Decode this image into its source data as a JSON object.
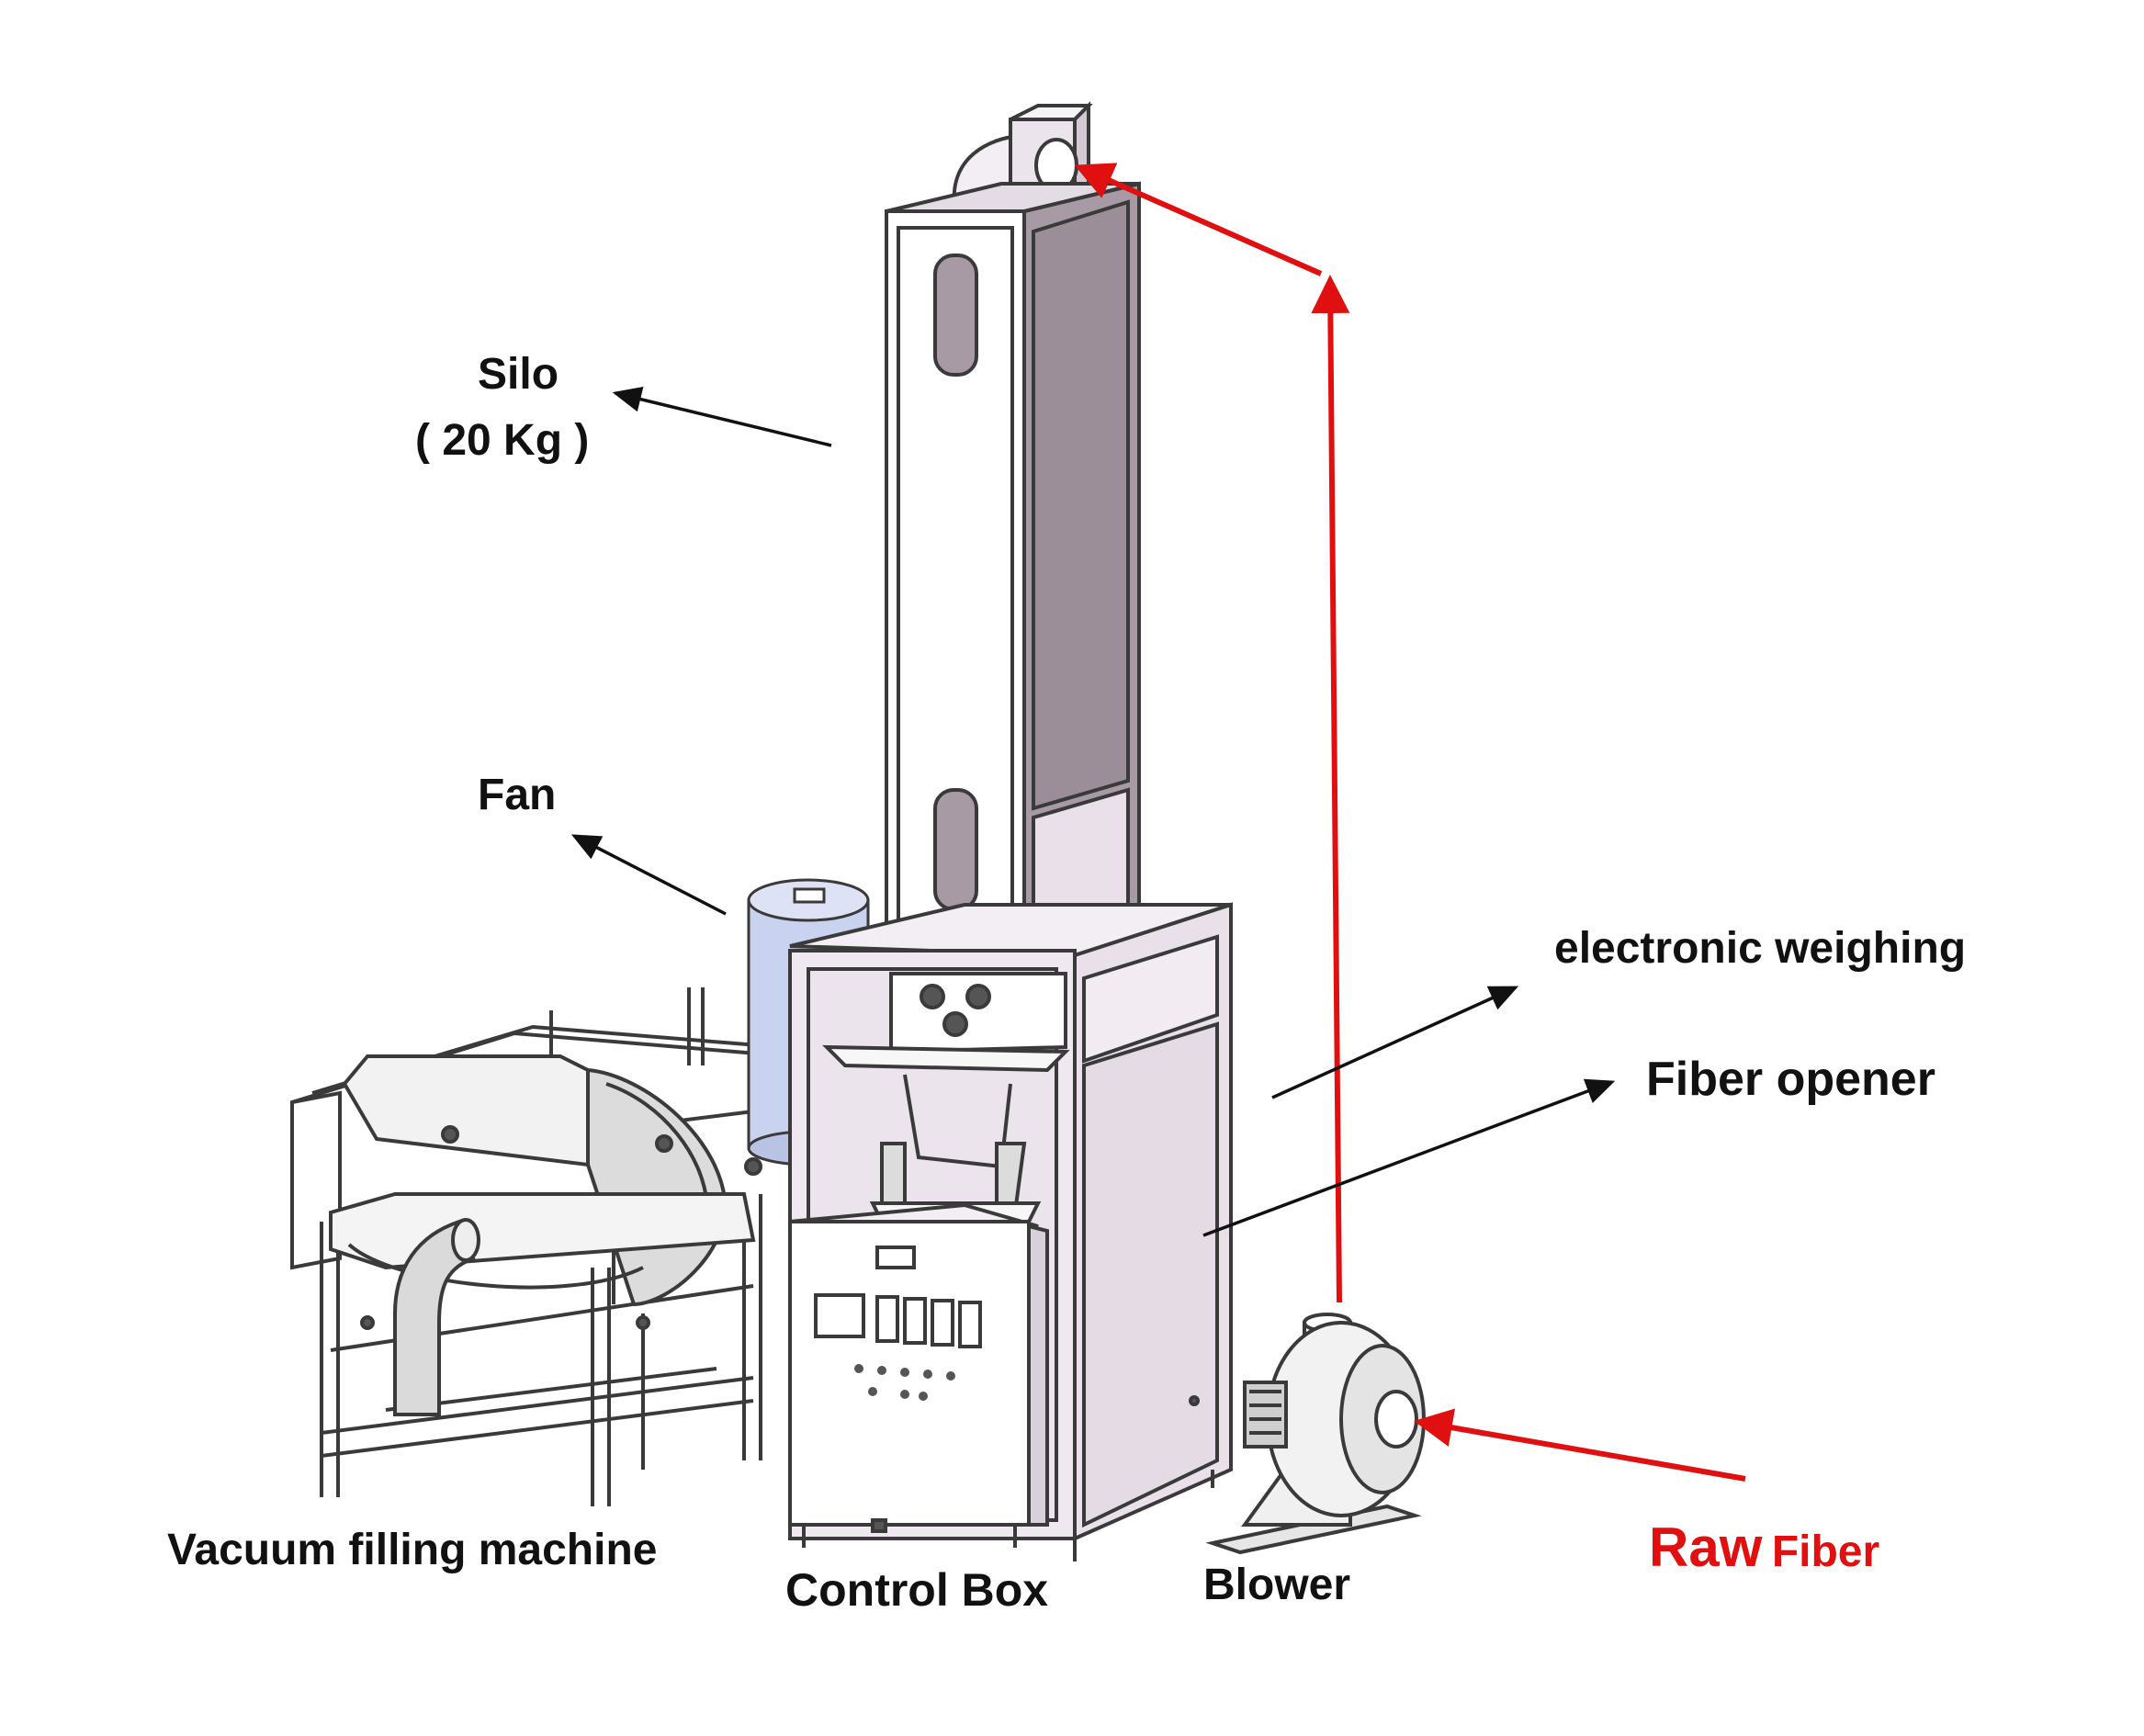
{
  "labels": {
    "silo_line1": "Silo",
    "silo_line2": "( 20 Kg )",
    "fan": "Fan",
    "electronic_weighing": "electronic weighing",
    "fiber_opener": "Fiber opener",
    "vacuum_filling_machine": "Vacuum filling machine",
    "control_box": "Control Box",
    "blower": "Blower",
    "raw_word": "Raw",
    "fiber_word": "Fiber"
  },
  "colors": {
    "flow_arrow": "#e01010",
    "pointer_arrow": "#111111",
    "machine_panel": "#e9e0ea",
    "machine_panel_dark": "#a89aa5",
    "frame_line": "#3a3a3a",
    "fan_drum": "#c9d2ee"
  }
}
